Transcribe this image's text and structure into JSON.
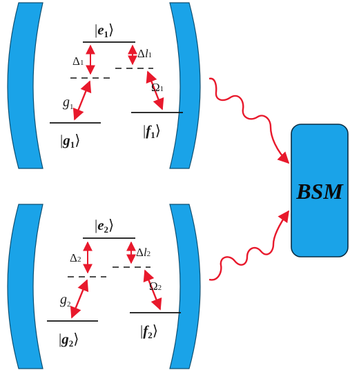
{
  "colors": {
    "mirror": "#1aa3e8",
    "arrow": "#e8192c",
    "line": "#111111"
  },
  "bsm_label": "BSM",
  "cavity1": {
    "excited": {
      "symbol": "e",
      "sub": "1"
    },
    "ground": {
      "symbol": "g",
      "sub": "1"
    },
    "final": {
      "symbol": "f",
      "sub": "1"
    },
    "delta": {
      "sym": "Δ",
      "sub": "1"
    },
    "delta_l": {
      "sym": "Δ",
      "it": "l",
      "sub": "1"
    },
    "coupling": {
      "sym": "g",
      "sub": "1"
    },
    "rabi": {
      "sym": "Ω",
      "sub": "1"
    }
  },
  "cavity2": {
    "excited": {
      "symbol": "e",
      "sub": "2"
    },
    "ground": {
      "symbol": "g",
      "sub": "2"
    },
    "final": {
      "symbol": "f",
      "sub": "2"
    },
    "delta": {
      "sym": "Δ",
      "sub": "2"
    },
    "delta_l": {
      "sym": "Δ",
      "it": "l",
      "sub": "2"
    },
    "coupling": {
      "sym": "g",
      "sub": "2"
    },
    "rabi": {
      "sym": "Ω",
      "sub": "2"
    }
  }
}
